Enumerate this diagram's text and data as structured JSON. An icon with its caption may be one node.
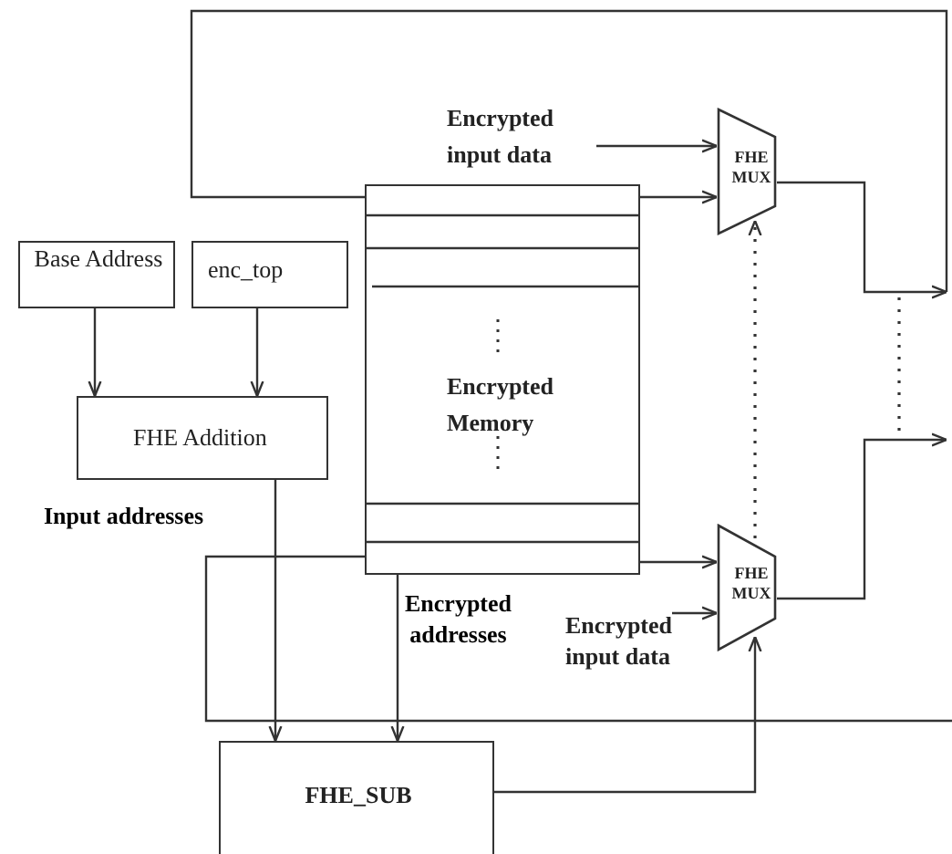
{
  "diagram": {
    "nodes": [
      {
        "text": [
          "Base Address"
        ]
      },
      {
        "text": [
          "enc_top"
        ]
      },
      {
        "text": [
          "FHE Addition"
        ]
      },
      {
        "text": [
          "Encrypted Memory"
        ]
      },
      {
        "text": [
          "FHE MUX"
        ]
      },
      {
        "text": [
          "FHE MUX"
        ]
      },
      {
        "text": [
          "FHE_SUB"
        ]
      },
      {
        "text": [
          "Encrypted input data"
        ]
      },
      {
        "text": [
          "Encrypted input data"
        ]
      }
    ],
    "edges": [
      {
        "from": 0,
        "to": 2,
        "arrow": "to"
      },
      {
        "from": 1,
        "to": 2,
        "arrow": "to"
      },
      {
        "from": 2,
        "to": 6,
        "arrow": "to",
        "label": "Input addresses"
      },
      {
        "from": 3,
        "to": 6,
        "arrow": "to",
        "label": "Encrypted addresses"
      },
      {
        "from": 7,
        "to": 4,
        "arrow": "to"
      },
      {
        "from": 3,
        "to": 4,
        "arrow": "to"
      },
      {
        "from": 4,
        "to": null,
        "arrow": "to"
      },
      {
        "from": null,
        "to": 3,
        "arrow": "none"
      },
      {
        "from": 3,
        "to": 5,
        "arrow": "to"
      },
      {
        "from": 8,
        "to": 5,
        "arrow": "to"
      },
      {
        "from": 5,
        "to": null,
        "arrow": "to"
      },
      {
        "from": 6,
        "to": 5,
        "arrow": "to"
      },
      {
        "from": 5,
        "to": 4,
        "arrow": "to",
        "style": "dashed"
      },
      {
        "from": null,
        "to": 3,
        "arrow": "none"
      }
    ]
  }
}
